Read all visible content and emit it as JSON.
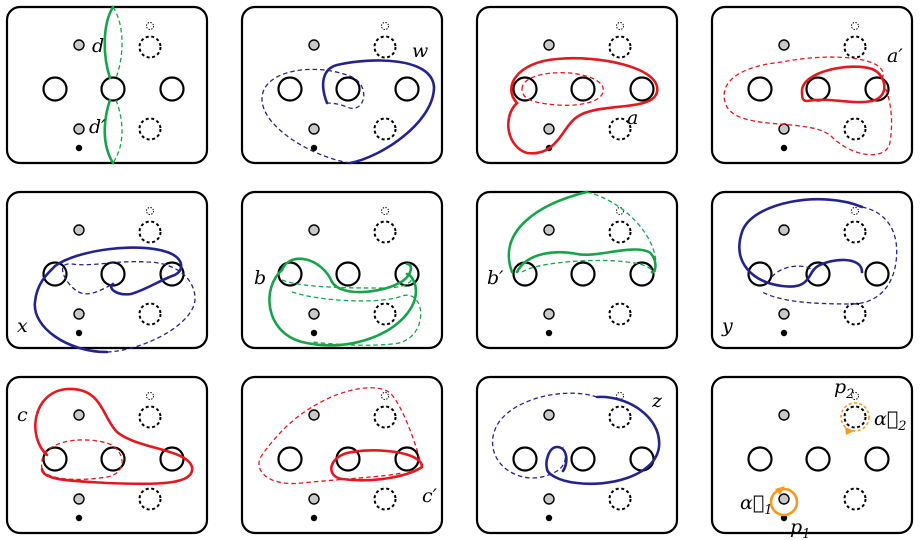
{
  "panels": [
    {
      "label": "d",
      "label2": "d′"
    },
    {
      "label": "w"
    },
    {
      "label": "a"
    },
    {
      "label": "a′"
    },
    {
      "label": "x"
    },
    {
      "label": "b"
    },
    {
      "label": "b′"
    },
    {
      "label": "y"
    },
    {
      "label": "c"
    },
    {
      "label": "c′"
    },
    {
      "label": "z"
    },
    {
      "p1": "p",
      "p1_sub": "1",
      "p2": "p",
      "p2_sub": "2",
      "alpha1": "α⃗",
      "alpha1_sub": "1",
      "alpha2": "α⃗",
      "alpha2_sub": "2"
    }
  ],
  "colors": {
    "green": "#16a34a",
    "navy": "#23238e",
    "red": "#e3191f",
    "orange": "#f59a1f",
    "gray_fill": "#c8c8c8",
    "outline": "#000000"
  }
}
